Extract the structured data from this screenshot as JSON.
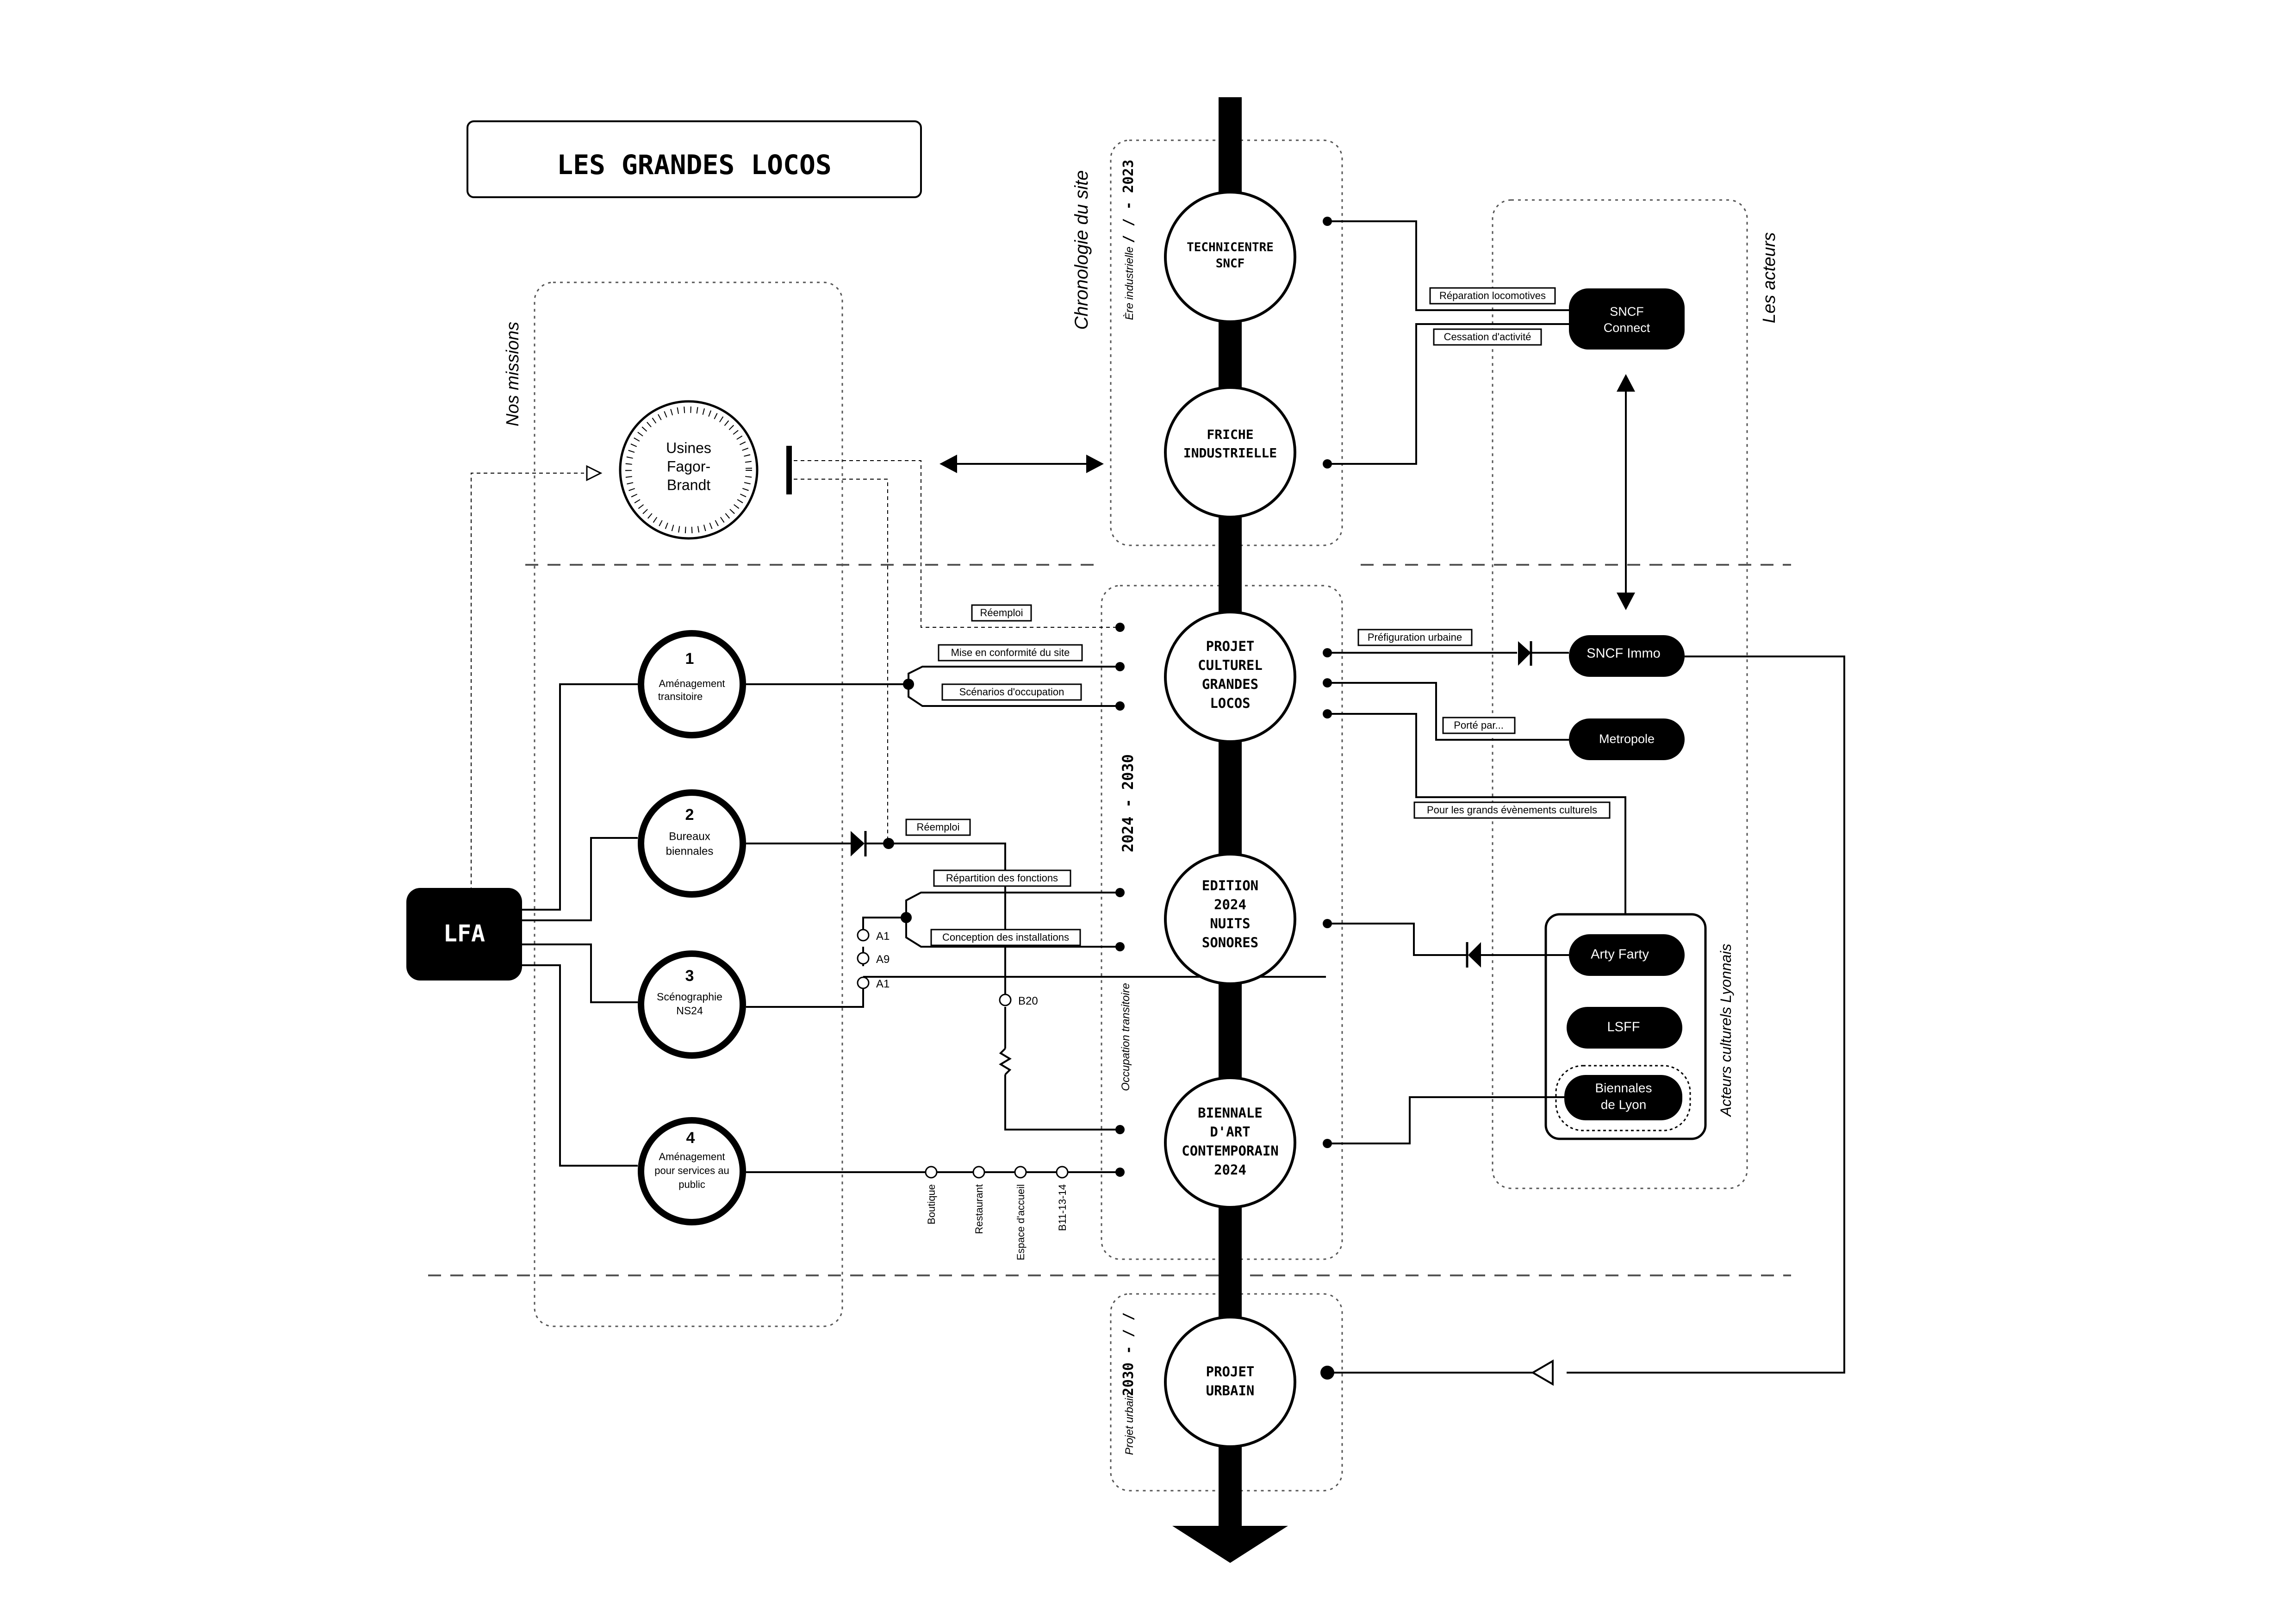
{
  "title": "LES GRANDES LOCOS",
  "sections": {
    "missions": "Nos missions",
    "chronology": "Chronologie du site",
    "actors": "Les acteurs",
    "cultural_actors": "Acteurs culturels Lyonnais"
  },
  "periods": {
    "industrial": {
      "label": "Ère industrielle",
      "dates": "/ / - 2023"
    },
    "transitional": {
      "dates": "2024 - 2030",
      "label": "Occupation transitoire"
    },
    "urban": {
      "label": "Projet urbain",
      "dates": "2030 - / /"
    }
  },
  "lfa": "LFA",
  "origin": {
    "lines": [
      "Usines",
      "Fagor-",
      "Brandt"
    ]
  },
  "missions": [
    {
      "num": "1",
      "lines": [
        "Aménagement",
        "transitoire"
      ]
    },
    {
      "num": "2",
      "lines": [
        "Bureaux",
        "biennales"
      ]
    },
    {
      "num": "3",
      "lines": [
        "Scénographie",
        "NS24"
      ]
    },
    {
      "num": "4",
      "lines": [
        "Aménagement",
        "pour services au",
        "public"
      ]
    }
  ],
  "timeline": [
    {
      "lines": [
        "TECHNICENTRE",
        "SNCF"
      ]
    },
    {
      "lines": [
        "FRICHE",
        "INDUSTRIELLE"
      ]
    },
    {
      "lines": [
        "PROJET",
        "CULTUREL",
        "GRANDES",
        "LOCOS"
      ]
    },
    {
      "lines": [
        "EDITION",
        "2024",
        "NUITS",
        "SONORES"
      ]
    },
    {
      "lines": [
        "BIENNALE",
        "D'ART",
        "CONTEMPORAIN",
        "2024"
      ]
    },
    {
      "lines": [
        "PROJET",
        "URBAIN"
      ]
    }
  ],
  "actors": {
    "sncf_connect": [
      "SNCF",
      "Connect"
    ],
    "sncf_immo": "SNCF Immo",
    "metropole": "Metropole",
    "arty_farty": "Arty Farty",
    "lsff": "LSFF",
    "biennales": [
      "Biennales",
      "de Lyon"
    ]
  },
  "tags": {
    "reparation": "Réparation locomotives",
    "cessation": "Cessation d'activité",
    "reemploi_top": "Réemploi",
    "mise": "Mise en conformité du site",
    "scenarios": "Scénarios d'occupation",
    "reemploi_mid": "Réemploi",
    "repartition": "Répartition des fonctions",
    "conception": "Conception des installations",
    "prefiguration": "Préfiguration urbaine",
    "porte": "Porté par...",
    "evenements": "Pour les grands évènements culturels"
  },
  "nodes": {
    "a1_top": "A1",
    "a9": "A9",
    "a1_bottom": "A1",
    "b20": "B20",
    "boutique": "Boutique",
    "restaurant": "Restaurant",
    "accueil": "Espace d'accueil",
    "b11": "B11-13-14"
  },
  "colors": {
    "ink": "#000000",
    "paper": "#ffffff",
    "guide": "#555555"
  }
}
